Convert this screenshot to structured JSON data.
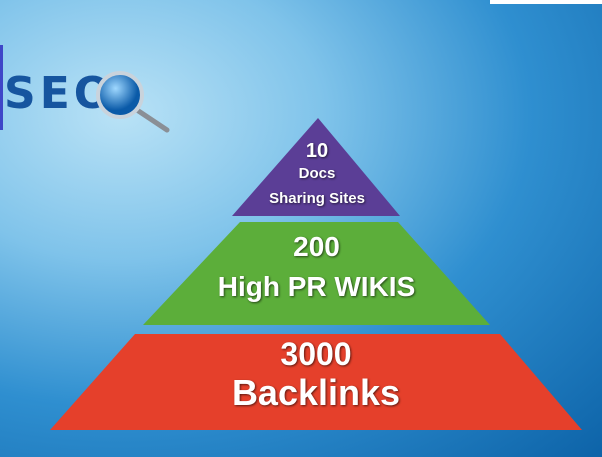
{
  "logo": {
    "text": "SEO",
    "icon": "magnifier-globe-icon"
  },
  "pyramid": {
    "top": {
      "number": "10",
      "line1": "Docs",
      "line2": "Sharing Sites",
      "color": "#5b3e96"
    },
    "middle": {
      "number": "200",
      "line1": "High PR WIKIS",
      "color": "#5cae3a"
    },
    "bottom": {
      "number": "3000",
      "line1": "Backlinks",
      "color": "#e5402b"
    }
  }
}
